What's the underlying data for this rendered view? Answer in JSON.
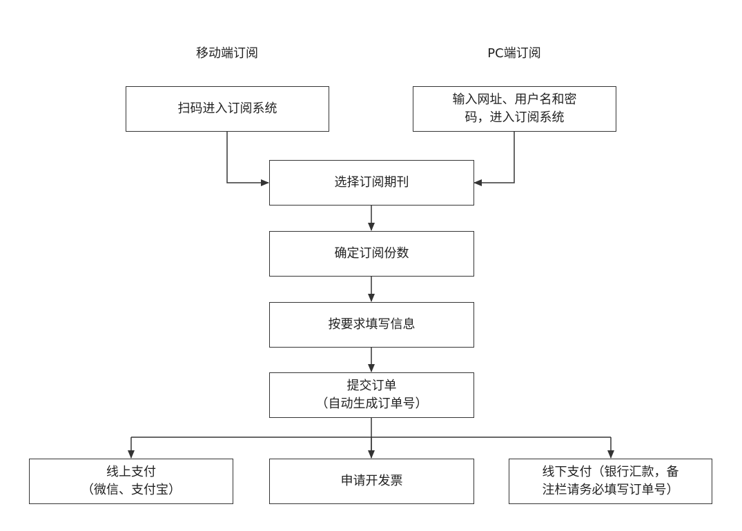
{
  "headers": {
    "mobile": "移动端订阅",
    "pc": "PC端订阅"
  },
  "nodes": {
    "scan": {
      "line1": "扫码进入订阅系统"
    },
    "pc_login": {
      "line1": "输入网址、用户名和密",
      "line2": "码，进入订阅系统"
    },
    "select": {
      "line1": "选择订阅期刊"
    },
    "quantity": {
      "line1": "确定订阅份数"
    },
    "fill": {
      "line1": "按要求填写信息"
    },
    "submit": {
      "line1": "提交订单",
      "line2": "（自动生成订单号）"
    },
    "online_pay": {
      "line1": "线上支付",
      "line2": "（微信、支付宝）"
    },
    "invoice": {
      "line1": "申请开发票"
    },
    "offline_pay": {
      "line1": "线下支付（银行汇款，备",
      "line2": "注栏请务必填写订单号）"
    }
  },
  "colors": {
    "stroke": "#333333"
  }
}
